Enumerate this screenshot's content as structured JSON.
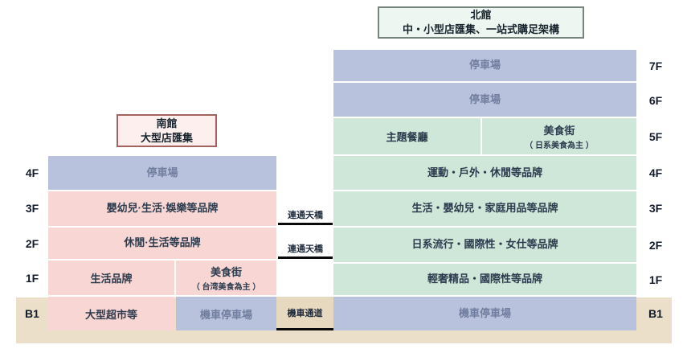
{
  "diagram_title": "mall-floor-stacking-plan",
  "legend": {
    "north_box": {
      "title": "北館",
      "subtitle": "中・小型店匯集、一站式購足架構"
    },
    "south_box": {
      "title": "南館",
      "subtitle": "大型店匯集"
    }
  },
  "south": {
    "f4": "停車場",
    "f3": "嬰幼兒·生活·娛樂等品牌",
    "f2": "休閒·生活等品牌",
    "f1_left": "生活品牌",
    "f1_right": "美食街",
    "f1_right_sub": "（ 台湾美食為主 ）",
    "b1_left": "大型超市等",
    "b1_right": "機車停車場"
  },
  "north": {
    "f7": "停車場",
    "f6": "停車場",
    "f5_left": "主題餐廳",
    "f5_right": "美食街",
    "f5_right_sub": "（ 日系美食為主 ）",
    "f4": "運動・戶外・休閒等品牌",
    "f3": "生活・嬰幼兒・家庭用品等品牌",
    "f2": "日系流行・國際性・女仕等品牌",
    "f1": "輕奢精品・國際性等品牌",
    "b1": "機車停車場"
  },
  "middle": {
    "bridge_upper": "連通天橋",
    "bridge_lower": "連通天橋",
    "passage": "機車通道"
  },
  "floor_labels": {
    "left": [
      "4F",
      "3F",
      "2F",
      "1F",
      "B1"
    ],
    "right": [
      "7F",
      "6F",
      "5F",
      "4F",
      "3F",
      "2F",
      "1F",
      "B1"
    ]
  },
  "colors": {
    "parking_blue": "#b9c2dc",
    "south_pink": "#f8d6d4",
    "north_green": "#cfe7d9",
    "ground_beige": "#ebdfca",
    "north_box_fill": "#edf6f0",
    "north_box_border": "#75847d",
    "south_box_fill": "#fdefed",
    "south_box_border": "#a4635c",
    "bridge_line_black": "#0a0a0a"
  }
}
